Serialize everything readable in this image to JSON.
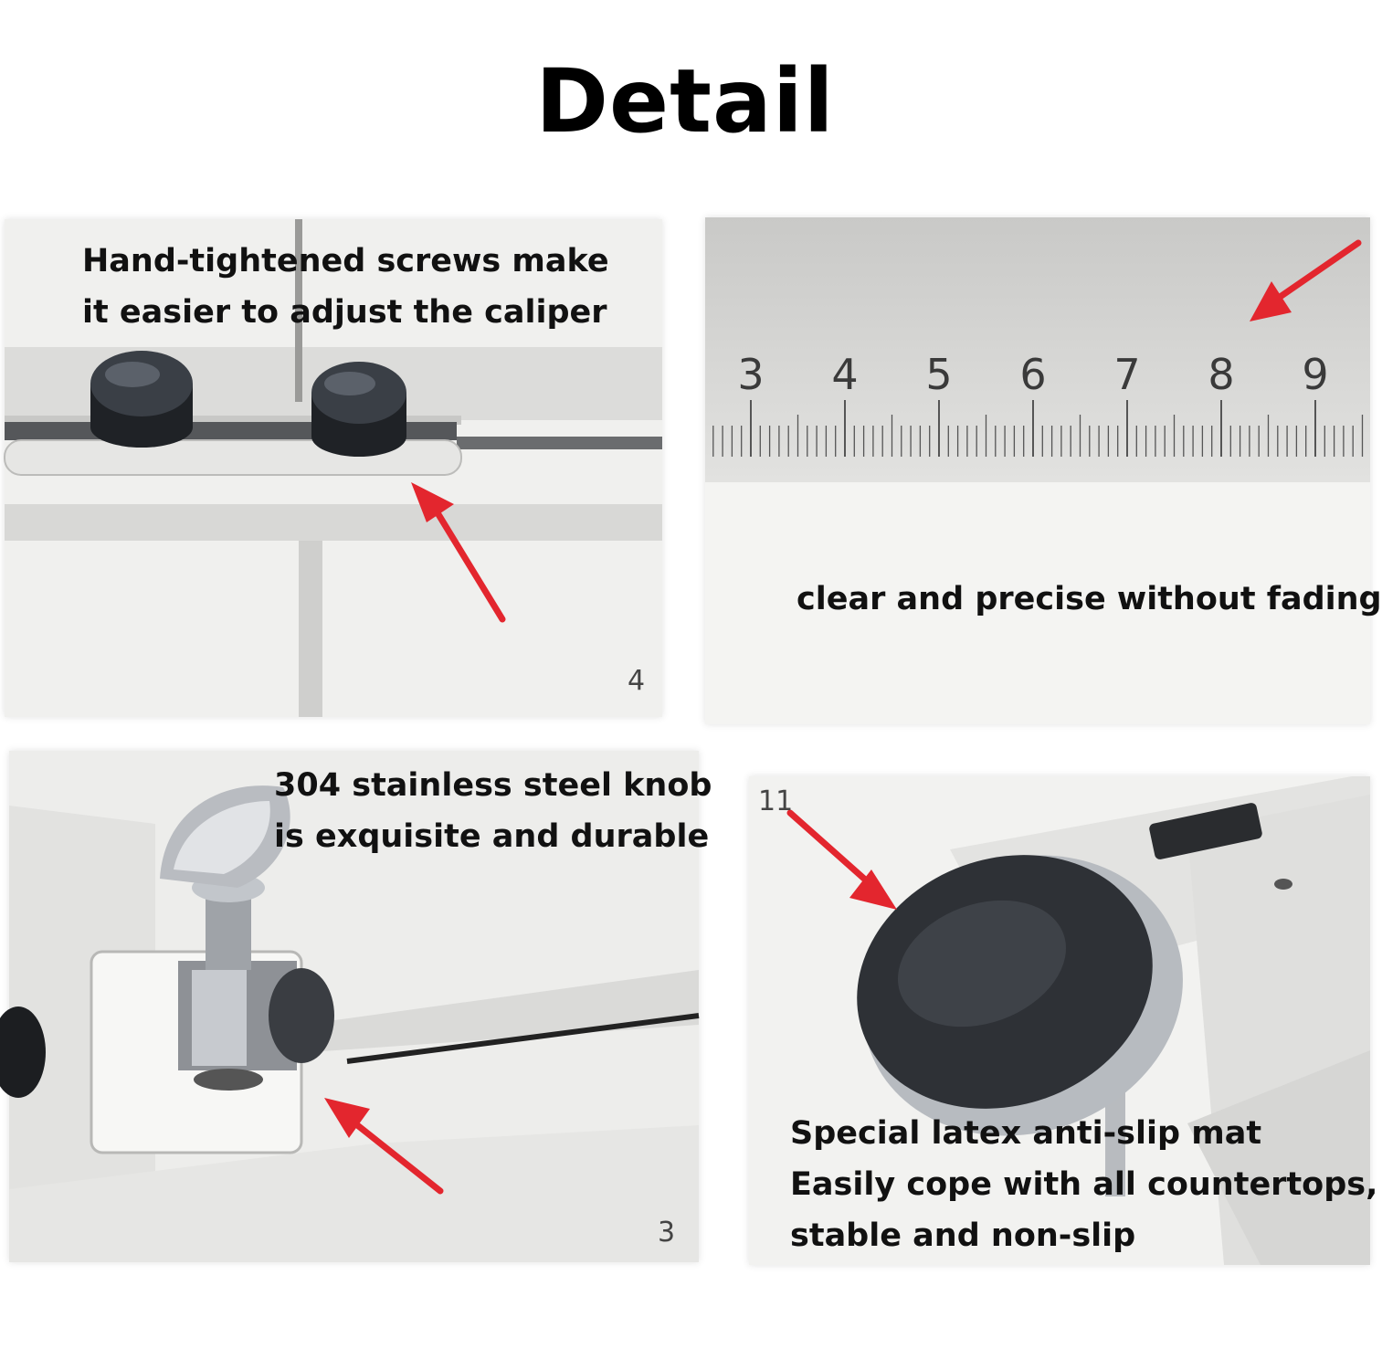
{
  "title": "Detail",
  "colors": {
    "arrow": "#e3262e",
    "knob": "#2b2f36",
    "metal": "#c9ccd0"
  },
  "panels": [
    {
      "caption_lines": [
        "Hand-tightened screws make",
        "it easier to adjust the caliper"
      ],
      "number": "4",
      "icons": [
        "knob-icon",
        "arrow-icon"
      ]
    },
    {
      "caption_lines": [
        "clear and precise without fading"
      ],
      "ruler_labels": [
        "3",
        "4",
        "5",
        "6",
        "7",
        "8",
        "9"
      ],
      "icons": [
        "ruler-scale",
        "arrow-icon"
      ]
    },
    {
      "caption_lines": [
        "304 stainless steel knob",
        "is exquisite and durable"
      ],
      "number": "3",
      "icons": [
        "steel-knob-icon",
        "arrow-icon"
      ]
    },
    {
      "caption_lines": [
        "Special latex anti-slip mat",
        "Easily cope with all countertops,",
        "stable and non-slip"
      ],
      "number": "11",
      "icons": [
        "anti-slip-mat-icon",
        "arrow-icon"
      ]
    }
  ]
}
